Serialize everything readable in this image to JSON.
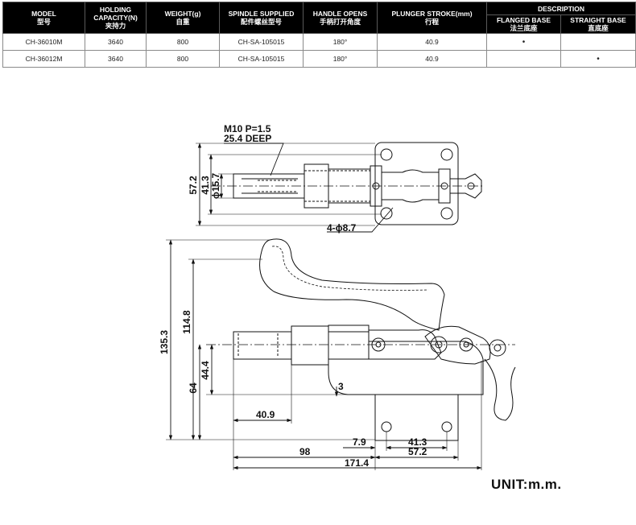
{
  "table": {
    "headers": {
      "model": [
        "MODEL",
        "型号"
      ],
      "holding": [
        "HOLDING",
        "CAPACITY(N)",
        "夹持力"
      ],
      "weight": [
        "WEIGHT(g)",
        "自重"
      ],
      "spindle": [
        "SPINDLE SUPPLIED",
        "配件螺丝型号"
      ],
      "handle": [
        "HANDLE OPENS",
        "手柄打开角度"
      ],
      "plunger": [
        "PLUNGER STROKE(mm)",
        "行程"
      ],
      "description": "DESCRIPTION",
      "flanged": [
        "FLANGED BASE",
        "法兰底座"
      ],
      "straight": [
        "STRAIGHT BASE",
        "直底座"
      ]
    },
    "rows": [
      {
        "model": "CH-36010M",
        "capacity": "3640",
        "weight": "800",
        "spindle": "CH-SA-105015",
        "handle": "180°",
        "stroke": "40.9",
        "flanged": "•",
        "straight": ""
      },
      {
        "model": "CH-36012M",
        "capacity": "3640",
        "weight": "800",
        "spindle": "CH-SA-105015",
        "handle": "180°",
        "stroke": "40.9",
        "flanged": "",
        "straight": "•"
      }
    ]
  },
  "drawing": {
    "thread_note_1": "M10  P=1.5",
    "thread_note_2": "25.4  DEEP",
    "dim_57_2_v": "57.2",
    "dim_41_3_v": "41.3",
    "dim_dia_15_7": "ϕ15.7",
    "holes_note": "4-ϕ8.7",
    "dim_114_8": "114.8",
    "dim_135_3": "135.3",
    "dim_44_4": "44.4",
    "dim_64": "64",
    "dim_3": "3",
    "dim_40_9": "40.9",
    "dim_7_9": "7.9",
    "dim_41_3_h": "41.3",
    "dim_98": "98",
    "dim_57_2_h": "57.2",
    "dim_171_4": "171.4"
  },
  "unit_label": "UNIT:m.m."
}
